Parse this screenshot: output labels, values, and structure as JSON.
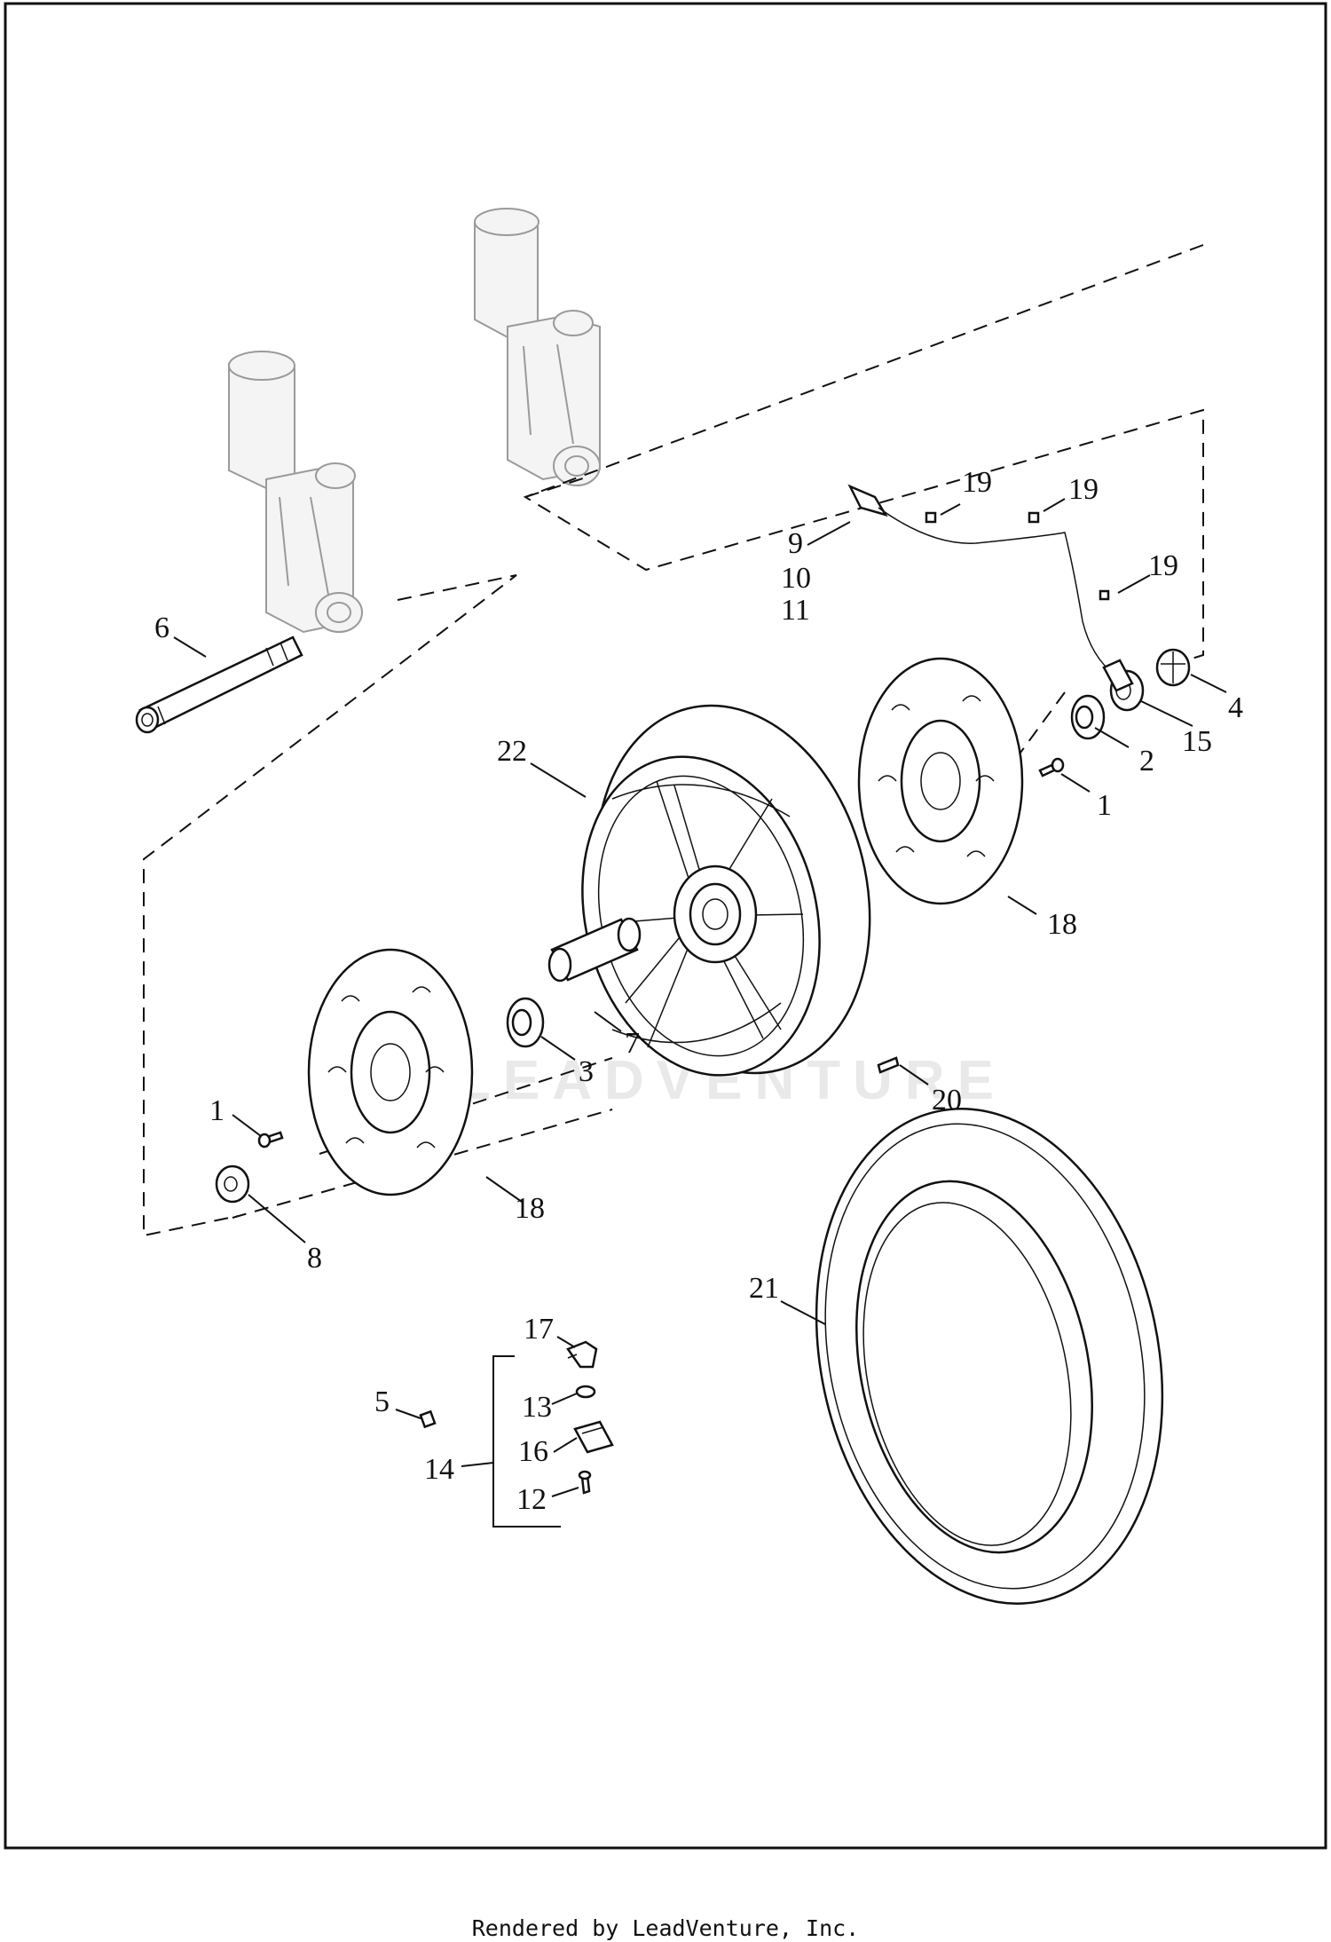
{
  "watermark": "LEADVENTURE",
  "footer": "Rendered by LeadVenture, Inc.",
  "callouts": {
    "c1a": "1",
    "c1b": "1",
    "c2": "2",
    "c3": "3",
    "c4": "4",
    "c5": "5",
    "c6": "6",
    "c7": "7",
    "c8": "8",
    "c9": "9",
    "c10": "10",
    "c11": "11",
    "c12": "12",
    "c13": "13",
    "c14": "14",
    "c15": "15",
    "c16": "16",
    "c17": "17",
    "c18a": "18",
    "c18b": "18",
    "c19a": "19",
    "c19b": "19",
    "c19c": "19",
    "c20": "20",
    "c21": "21",
    "c22": "22"
  }
}
